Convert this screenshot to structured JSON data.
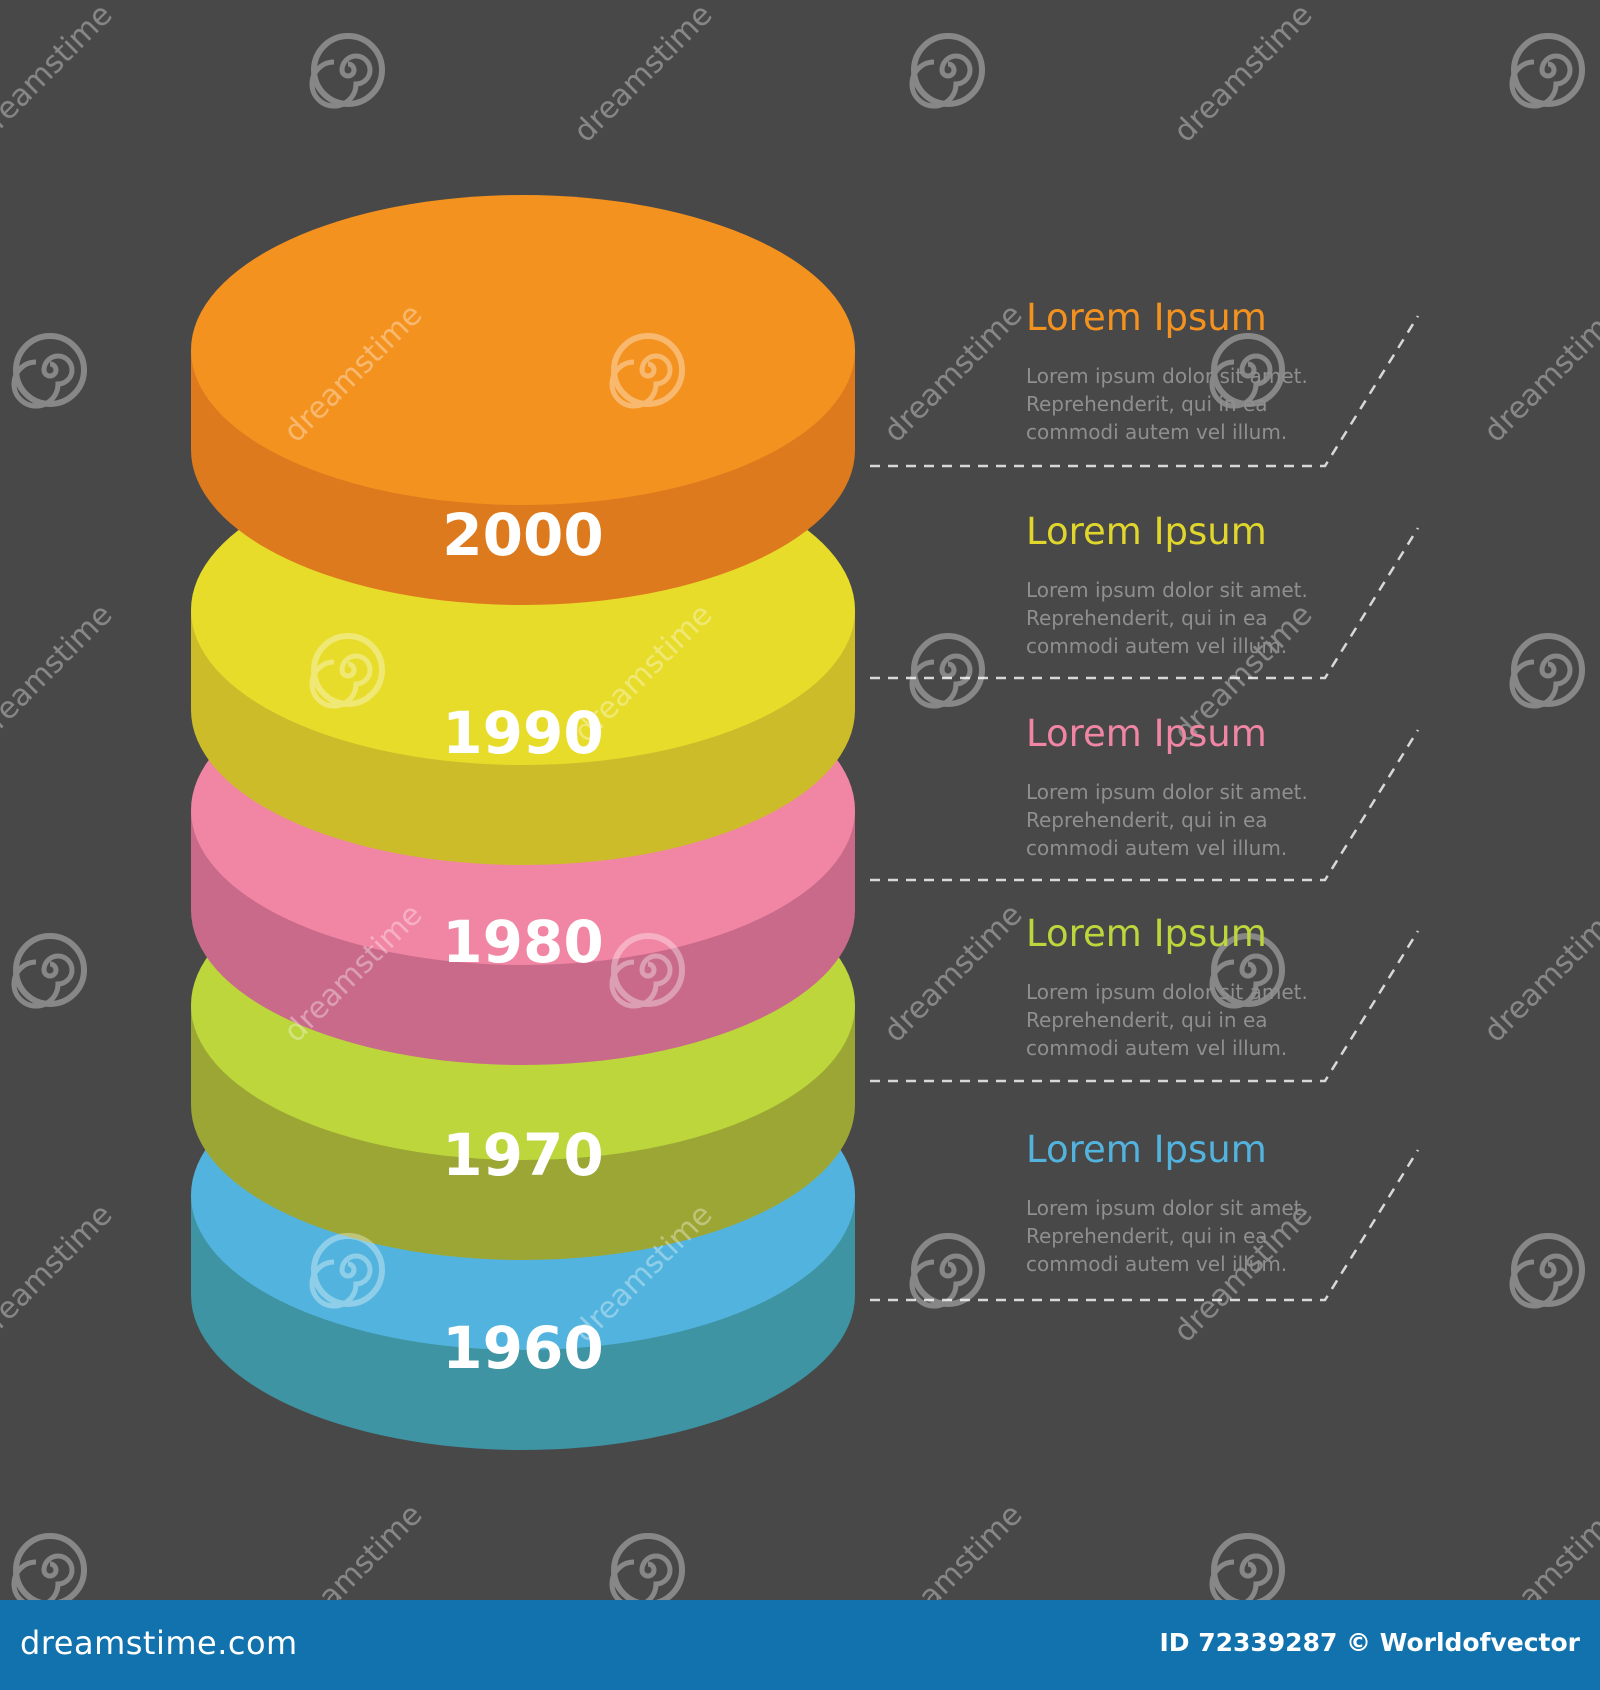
{
  "timeline": {
    "layers": [
      {
        "year": "1960",
        "top_color": "#52b4de",
        "side_color": "#3e94a3"
      },
      {
        "year": "1970",
        "top_color": "#bcd63b",
        "side_color": "#9ca634"
      },
      {
        "year": "1980",
        "top_color": "#f185a4",
        "side_color": "#c96a8a"
      },
      {
        "year": "1990",
        "top_color": "#e8dc2a",
        "side_color": "#cdbc2a"
      },
      {
        "year": "2000",
        "top_color": "#f4921f",
        "side_color": "#de7a1e"
      }
    ],
    "captions": [
      {
        "title": "Lorem Ipsum",
        "color": "#f4921f",
        "lines": [
          "Lorem ipsum dolor sit amet.",
          "Reprehenderit, qui in ea",
          "commodi autem vel illum."
        ]
      },
      {
        "title": "Lorem Ipsum",
        "color": "#e0d62c",
        "lines": [
          "Lorem ipsum dolor sit amet.",
          "Reprehenderit, qui in ea",
          "commodi autem vel illum."
        ]
      },
      {
        "title": "Lorem Ipsum",
        "color": "#f185a4",
        "lines": [
          "Lorem ipsum dolor sit amet.",
          "Reprehenderit, qui in ea",
          "commodi autem vel illum."
        ]
      },
      {
        "title": "Lorem Ipsum",
        "color": "#bcd63b",
        "lines": [
          "Lorem ipsum dolor sit amet.",
          "Reprehenderit, qui in ea",
          "commodi autem vel illum."
        ]
      },
      {
        "title": "Lorem Ipsum",
        "color": "#52b4de",
        "lines": [
          "Lorem ipsum dolor sit amet.",
          "Reprehenderit, qui in ea",
          "commodi autem vel illum."
        ]
      }
    ]
  },
  "watermark": {
    "text": "dreamstime"
  },
  "footer": {
    "site": "dreamstime.com",
    "credit": "ID 72339287 © Worldofvector"
  },
  "colors": {
    "background": "#484848",
    "footer": "#1172ad",
    "connector": "#d8d8d8",
    "year_text": "#ffffff"
  }
}
